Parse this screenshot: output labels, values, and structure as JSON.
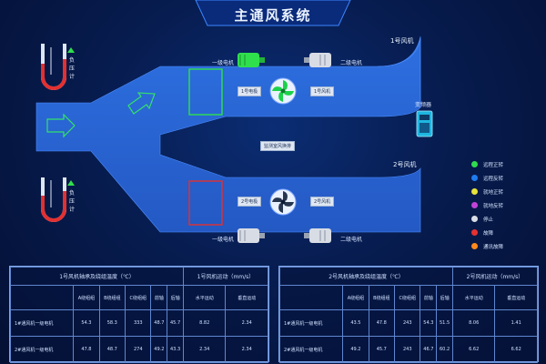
{
  "header": {
    "title": "主通风系统"
  },
  "diagram": {
    "fan1_label": "1号风机",
    "fan2_label": "2号风机",
    "motor_level1": "一级电机",
    "motor_level2": "二级电机",
    "fan1_tag_left": "1号电极",
    "fan1_tag_right": "1号风机",
    "fan2_tag_left": "2号电极",
    "fan2_tag_right": "2号风机",
    "center_tag": "监测室风换排",
    "inverter_label": "变频器",
    "gauge_text": "负压计"
  },
  "legend": [
    {
      "label": "远程正转",
      "color": "#2fdc4e"
    },
    {
      "label": "远程反转",
      "color": "#1f7cf0"
    },
    {
      "label": "就地正转",
      "color": "#e7e23a"
    },
    {
      "label": "就地反转",
      "color": "#c243d9"
    },
    {
      "label": "停止",
      "color": "#d9dde6"
    },
    {
      "label": "故障",
      "color": "#e53131"
    },
    {
      "label": "通讯故障",
      "color": "#ff8a1c"
    }
  ],
  "panels": [
    {
      "title_temp": "1号风机轴承及绕组温度（℃）",
      "title_vib": "1号风机运动（mm/s）",
      "cols": [
        "A绕组组",
        "B绕组组",
        "C绕组组",
        "前轴",
        "后轴",
        "水平运动",
        "垂直运动"
      ],
      "rows": [
        {
          "label": "1#通风机一级电机",
          "values": [
            "54.3",
            "58.3",
            "333",
            "48.7",
            "45.7",
            "8.82",
            "2.34"
          ]
        },
        {
          "label": "2#通风机一级电机",
          "values": [
            "47.8",
            "48.7",
            "274",
            "49.2",
            "43.3",
            "2.34",
            "2.34"
          ]
        }
      ]
    },
    {
      "title_temp": "2号风机轴承及绕组温度（℃）",
      "title_vib": "2号风机运动（mm/s）",
      "cols": [
        "A绕组组",
        "B绕组组",
        "C绕组组",
        "前轴",
        "后轴",
        "水平运动",
        "垂直运动"
      ],
      "rows": [
        {
          "label": "1#通风机一级电机",
          "values": [
            "43.5",
            "47.8",
            "243",
            "54.3",
            "51.5",
            "8.06",
            "1.41"
          ]
        },
        {
          "label": "2#通风机一级电机",
          "values": [
            "49.2",
            "45.7",
            "243",
            "46.7",
            "60.2",
            "6.62",
            "6.62"
          ]
        }
      ]
    }
  ]
}
